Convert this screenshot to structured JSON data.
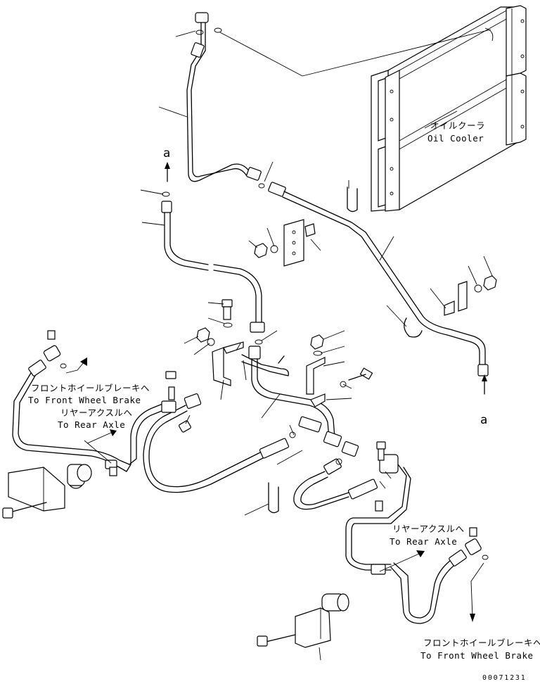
{
  "callouts": {
    "oil_cooler_jp": "オイルクーラ",
    "oil_cooler_en": "Oil Cooler",
    "front_brake_jp_left": "フロントホイールブレーキへ",
    "front_brake_en_left": "To Front Wheel Brake",
    "rear_axle_jp_left": "リヤーアクスルへ",
    "rear_axle_en_left": "To Rear Axle",
    "rear_axle_jp_right": "リヤーアクスルへ",
    "rear_axle_en_right": "To Rear Axle",
    "front_brake_jp_right": "フロントホイールブレーキへ",
    "front_brake_en_right": "To Front Wheel Brake"
  },
  "connection_markers": {
    "top": "a",
    "bottom": "a"
  },
  "drawing_code": "00071231"
}
